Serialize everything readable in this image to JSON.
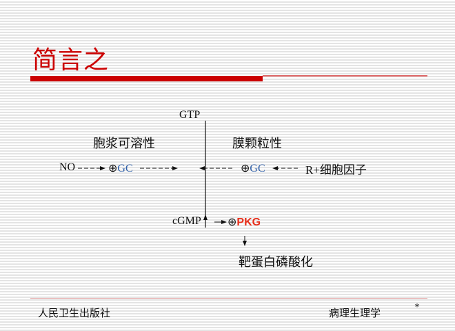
{
  "slide": {
    "title": "简言之",
    "diagram": {
      "gtp": "GTP",
      "cytosolic_label": "胞浆可溶性",
      "membrane_label": "膜颗粒性",
      "no": "NO",
      "plus_symbol": "⊕",
      "gc": "GC",
      "receptor": "R+细胞因子",
      "cgmp": "cGMP",
      "pkg": "PKG",
      "result": "靶蛋白磷酸化"
    },
    "footer": {
      "publisher": "人民卫生出版社",
      "subject": "病理生理学",
      "page_marker": "*"
    },
    "colors": {
      "title": "#cc0000",
      "gc": "#2f5fa8",
      "pkg": "#e8301c"
    }
  }
}
